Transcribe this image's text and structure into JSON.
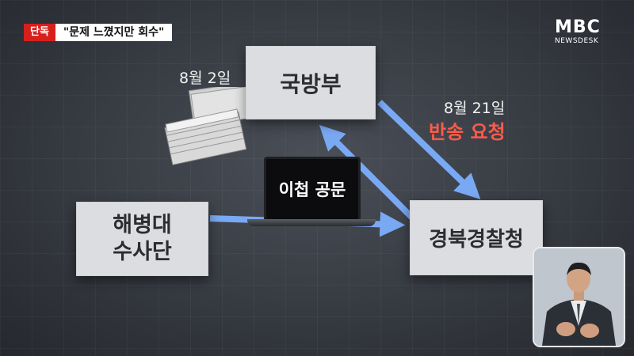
{
  "tag": {
    "label": "단독",
    "headline": "\"문제 느꼈지만 회수\""
  },
  "logo": {
    "main": "MBC",
    "sub": "NEWSDESK"
  },
  "nodes": {
    "mod": "국방부",
    "marine_line1": "해병대",
    "marine_line2": "수사단",
    "police": "경북경찰청"
  },
  "dates": {
    "first": "8월 2일",
    "second": "8월 21일"
  },
  "request": "반송 요청",
  "laptop_label": "이첩 공문",
  "colors": {
    "arrow": "#7aa9f4",
    "accent_red": "#ff5a4a",
    "tag_red": "#d6201c"
  }
}
